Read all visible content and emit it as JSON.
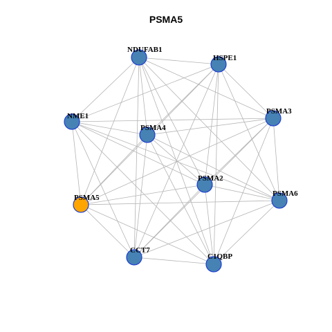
{
  "title": "PSMA5",
  "colors": {
    "node": "#4682b4",
    "highlight": "#ffa500",
    "edge": "#b4b4b4",
    "node_border": "#1f3fd0"
  },
  "nodes": [
    {
      "id": "NDUFAB1",
      "label": "NDUFAB1",
      "highlight": false
    },
    {
      "id": "HSPE1",
      "label": "HSPE1",
      "highlight": false
    },
    {
      "id": "NME1",
      "label": "NME1",
      "highlight": false
    },
    {
      "id": "PSMA3",
      "label": "PSMA3",
      "highlight": false
    },
    {
      "id": "PSMA4",
      "label": "PSMA4",
      "highlight": false
    },
    {
      "id": "PSMA2",
      "label": "PSMA2",
      "highlight": false
    },
    {
      "id": "PSMA5",
      "label": "PSMA5",
      "highlight": true
    },
    {
      "id": "PSMA6",
      "label": "PSMA6",
      "highlight": false
    },
    {
      "id": "CCT7",
      "label": "CCT7",
      "highlight": false
    },
    {
      "id": "C1QBP",
      "label": "C1QBP",
      "highlight": false
    }
  ],
  "edges": [
    [
      "NDUFAB1",
      "HSPE1"
    ],
    [
      "NDUFAB1",
      "NME1"
    ],
    [
      "NDUFAB1",
      "PSMA3"
    ],
    [
      "NDUFAB1",
      "PSMA4"
    ],
    [
      "NDUFAB1",
      "PSMA2"
    ],
    [
      "NDUFAB1",
      "PSMA5"
    ],
    [
      "NDUFAB1",
      "PSMA6"
    ],
    [
      "NDUFAB1",
      "CCT7"
    ],
    [
      "NDUFAB1",
      "C1QBP"
    ],
    [
      "HSPE1",
      "NME1"
    ],
    [
      "HSPE1",
      "PSMA3"
    ],
    [
      "HSPE1",
      "PSMA4"
    ],
    [
      "HSPE1",
      "PSMA2"
    ],
    [
      "HSPE1",
      "PSMA5"
    ],
    [
      "HSPE1",
      "PSMA6"
    ],
    [
      "HSPE1",
      "CCT7"
    ],
    [
      "HSPE1",
      "C1QBP"
    ],
    [
      "NME1",
      "PSMA3"
    ],
    [
      "NME1",
      "PSMA4"
    ],
    [
      "NME1",
      "PSMA2"
    ],
    [
      "NME1",
      "PSMA5"
    ],
    [
      "NME1",
      "PSMA6"
    ],
    [
      "NME1",
      "CCT7"
    ],
    [
      "NME1",
      "C1QBP"
    ],
    [
      "PSMA3",
      "PSMA4"
    ],
    [
      "PSMA3",
      "PSMA2"
    ],
    [
      "PSMA3",
      "PSMA5"
    ],
    [
      "PSMA3",
      "PSMA6"
    ],
    [
      "PSMA3",
      "CCT7"
    ],
    [
      "PSMA3",
      "C1QBP"
    ],
    [
      "PSMA4",
      "PSMA2"
    ],
    [
      "PSMA4",
      "PSMA5"
    ],
    [
      "PSMA4",
      "PSMA6"
    ],
    [
      "PSMA4",
      "CCT7"
    ],
    [
      "PSMA4",
      "C1QBP"
    ],
    [
      "PSMA2",
      "PSMA5"
    ],
    [
      "PSMA2",
      "PSMA6"
    ],
    [
      "PSMA2",
      "CCT7"
    ],
    [
      "PSMA2",
      "C1QBP"
    ],
    [
      "PSMA5",
      "PSMA6"
    ],
    [
      "PSMA5",
      "CCT7"
    ],
    [
      "PSMA5",
      "C1QBP"
    ],
    [
      "PSMA6",
      "CCT7"
    ],
    [
      "PSMA6",
      "C1QBP"
    ],
    [
      "CCT7",
      "C1QBP"
    ]
  ]
}
